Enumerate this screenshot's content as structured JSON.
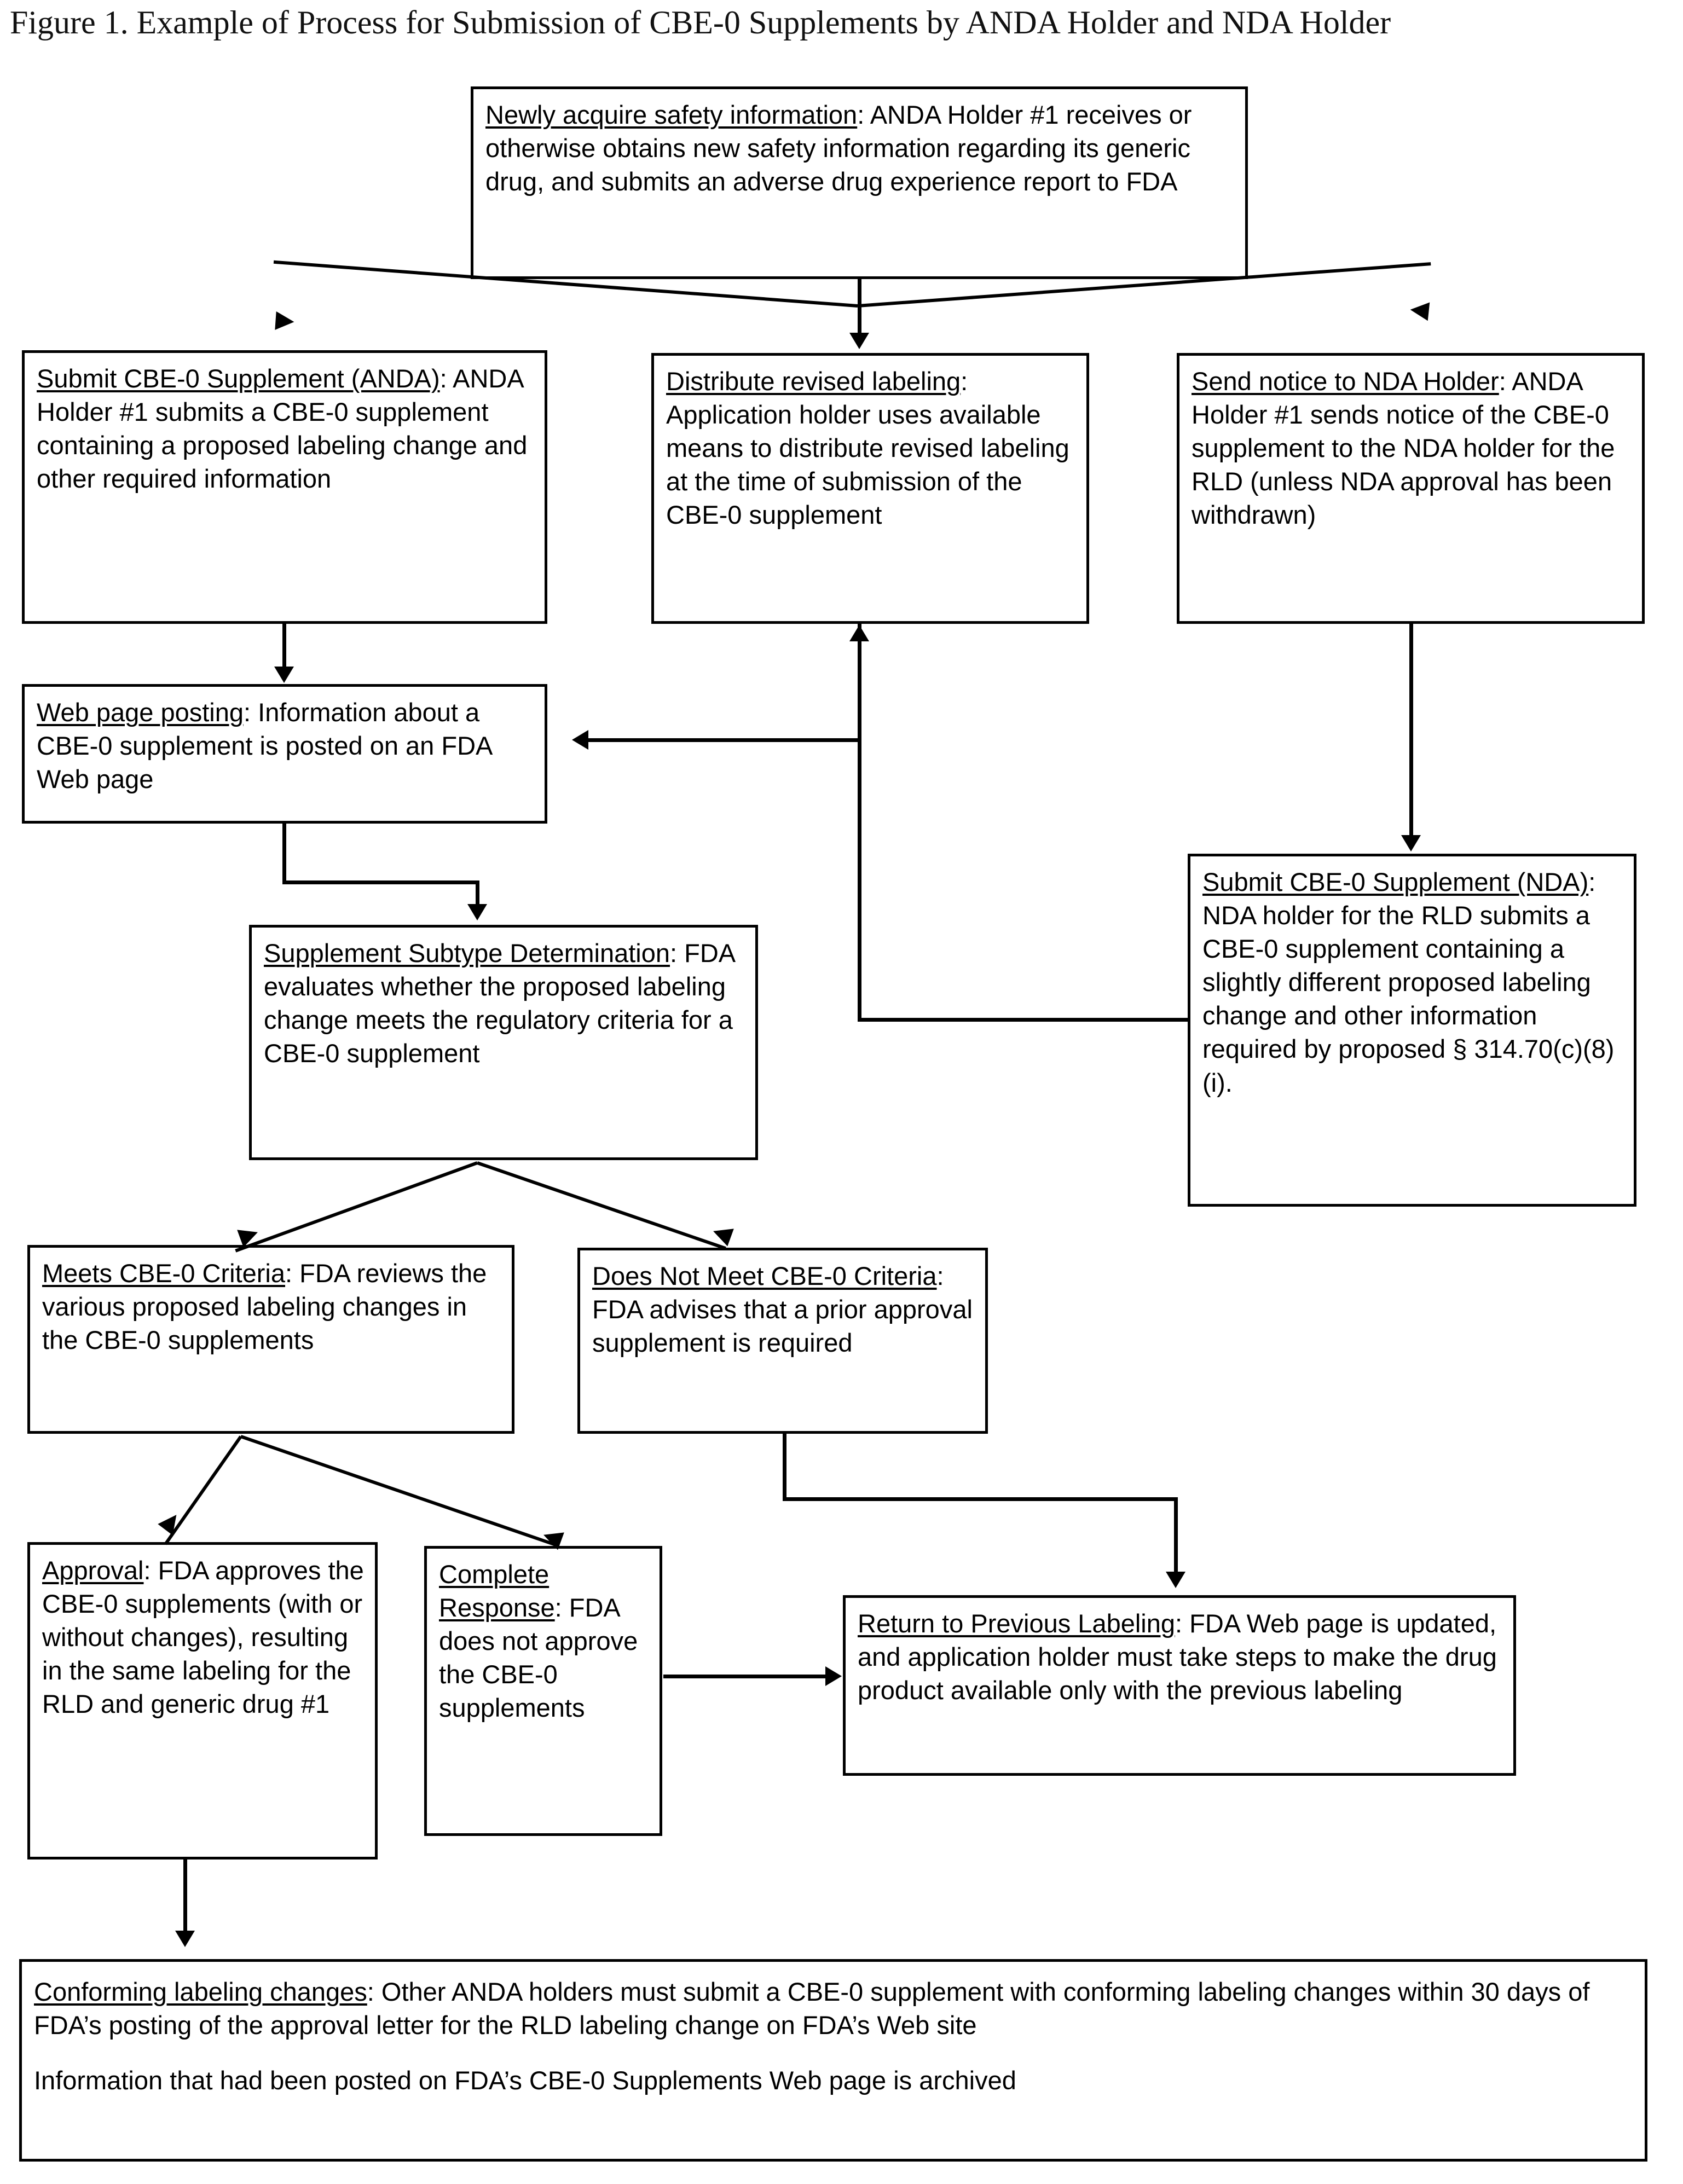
{
  "figure": {
    "title": "Figure 1.  Example of Process for Submission of CBE-0 Supplements by ANDA Holder and NDA Holder"
  },
  "nodes": {
    "newly_acquire": {
      "heading": "Newly acquire safety information",
      "body": ":  ANDA Holder #1 receives or otherwise obtains new safety information regarding its generic drug, and submits an adverse drug experience report to FDA"
    },
    "submit_anda": {
      "heading": "Submit CBE-0 Supplement (ANDA)",
      "body": ":  ANDA Holder #1 submits a CBE-0 supplement containing a proposed labeling change and other required information"
    },
    "distribute": {
      "heading": "Distribute revised labeling",
      "body": ": Application holder uses available means to distribute revised labeling at the time of submission of the CBE-0 supplement"
    },
    "send_notice": {
      "heading": "Send notice to NDA Holder",
      "body": ": ANDA Holder #1 sends notice of the CBE-0 supplement to the NDA holder for the RLD (unless NDA approval has been withdrawn)"
    },
    "web_posting": {
      "heading": "Web page posting",
      "body": ":  Information about a CBE-0 supplement is posted on an FDA Web page"
    },
    "submit_nda": {
      "heading": "Submit CBE-0 Supplement (NDA)",
      "body": ":  NDA holder for the RLD submits a CBE-0 supplement containing a slightly different proposed labeling change and other information required by proposed § 314.70(c)(8)(i)."
    },
    "subtype": {
      "heading": "Supplement Subtype Determination",
      "body": ":  FDA evaluates whether the proposed labeling change meets the regulatory criteria for a CBE-0 supplement"
    },
    "meets": {
      "heading": "Meets CBE-0 Criteria",
      "body": ":  FDA reviews the various proposed labeling changes in the CBE-0 supplements"
    },
    "does_not_meet": {
      "heading": "Does Not Meet CBE-0 Criteria",
      "body": ":  FDA advises that a prior approval supplement is required"
    },
    "approval": {
      "heading": "Approval",
      "body": ":  FDA approves the CBE-0 supplements (with or without changes), resulting in the same labeling for the RLD and generic drug #1"
    },
    "complete_response": {
      "heading": "Complete Response",
      "body": ": FDA does not approve the CBE-0 supplements"
    },
    "return_previous": {
      "heading": "Return to Previous Labeling",
      "body": ":  FDA Web page is updated, and application holder must take steps to make the drug product available only with the previous labeling"
    },
    "conforming": {
      "heading": "Conforming labeling changes",
      "body": ":  Other ANDA holders must submit a CBE-0 supplement with conforming labeling changes within 30 days of FDA’s posting of the approval letter for the RLD labeling change on FDA’s Web site",
      "second_paragraph": "Information that had been posted on FDA’s CBE-0 Supplements Web page is archived"
    }
  }
}
